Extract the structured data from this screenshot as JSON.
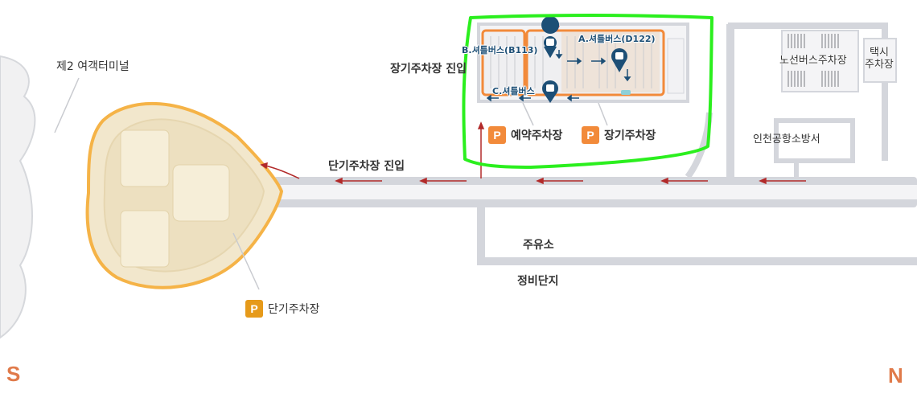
{
  "labels": {
    "terminal": "제2 여객터미널",
    "longterm_entry": "장기주차장 진입",
    "shortterm_entry": "단기주차장 진입",
    "bus_parking": "노선버스주차장",
    "taxi_parking": "택시\n주차장",
    "incheon_fire": "인천공항소방서",
    "gas_station": "주유소",
    "maintenance": "정비단지"
  },
  "shuttles": {
    "a": "A.셔틀버스(D122)",
    "b": "B.셔틀버스(B113)",
    "c": "C.셔틀버스"
  },
  "parking_legend": {
    "badge": "P",
    "reserved": "예약주차장",
    "longterm": "장기주차장",
    "shortterm": "단기주차장"
  },
  "compass": {
    "south": "S",
    "north": "N"
  },
  "colors": {
    "road": "#d4d6dc",
    "parking_orange": "#f28a3a",
    "shortterm_badge": "#e69a1a",
    "highlight_green": "#2bef1e",
    "arrow_red": "#b22a2a",
    "shuttle_blue": "#1d4f76",
    "compass_orange": "#e07a4a",
    "terminal_fill": "#f2e7cc"
  }
}
